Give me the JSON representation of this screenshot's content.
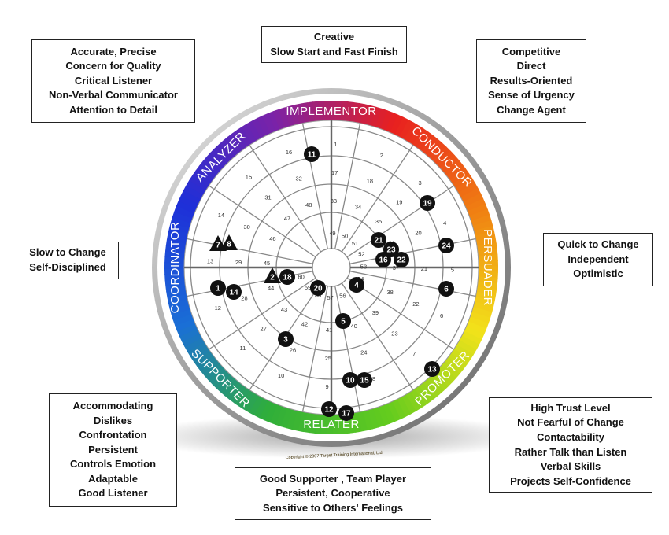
{
  "boxes": [
    {
      "id": "creative",
      "lines": [
        "Creative",
        "Slow Start and Fast Finish"
      ]
    },
    {
      "id": "analyzer",
      "lines": [
        "Accurate, Precise",
        "Concern for Quality",
        "Critical Listener",
        "Non-Verbal Communicator",
        "Attention to Detail"
      ]
    },
    {
      "id": "conductor",
      "lines": [
        "Competitive",
        "Direct",
        "Results-Oriented",
        "Sense of Urgency",
        "Change Agent"
      ]
    },
    {
      "id": "coordinator",
      "lines": [
        "Slow to Change",
        "Self-Disciplined"
      ]
    },
    {
      "id": "persuader",
      "lines": [
        "Quick to Change",
        "Independent",
        "Optimistic"
      ]
    },
    {
      "id": "supporter",
      "lines": [
        "Accommodating",
        "Dislikes",
        "Confrontation",
        "Persistent",
        "Controls Emotion",
        "Adaptable",
        "Good Listener"
      ]
    },
    {
      "id": "promoter",
      "lines": [
        "High Trust Level",
        "Not Fearful of Change",
        "Contactability",
        "Rather Talk than Listen",
        "Verbal Skills",
        "Projects Self-Confidence"
      ]
    },
    {
      "id": "relater",
      "lines": [
        "Good Supporter , Team Player",
        "Persistent, Cooperative",
        "Sensitive to Others' Feelings"
      ]
    }
  ],
  "wheel": {
    "segments": [
      {
        "name": "IMPLEMENTOR",
        "color": "#7a22a8",
        "angle": 0
      },
      {
        "name": "CONDUCTOR",
        "color": "#e8201f",
        "angle": 45
      },
      {
        "name": "PERSUADER",
        "color": "#f07f12",
        "angle": 90
      },
      {
        "name": "PROMOTER",
        "color": "#f2e21a",
        "angle": 135
      },
      {
        "name": "RELATER",
        "color": "#64cc1e",
        "angle": 180
      },
      {
        "name": "SUPPORTER",
        "color": "#2fae3a",
        "angle": 225
      },
      {
        "name": "COORDINATOR",
        "color": "#1a6fd6",
        "angle": 270
      },
      {
        "name": "ANALYZER",
        "color": "#1e2fd8",
        "angle": 315
      }
    ],
    "position_numbers": [
      "1",
      "2",
      "3",
      "4",
      "5",
      "6",
      "7",
      "8",
      "9",
      "10",
      "11",
      "12",
      "13",
      "14",
      "15",
      "16",
      "17",
      "18",
      "19",
      "20",
      "21",
      "22",
      "23",
      "24",
      "25",
      "26",
      "27",
      "28",
      "29",
      "30",
      "31",
      "32",
      "33",
      "34",
      "35",
      "36",
      "37",
      "38",
      "39",
      "40",
      "41",
      "42",
      "43",
      "44",
      "45",
      "46",
      "47",
      "48",
      "49",
      "50",
      "51",
      "52",
      "53",
      "54",
      "55",
      "56",
      "57",
      "58",
      "59",
      "60"
    ],
    "markers": [
      {
        "label": "11",
        "shape": "circle"
      },
      {
        "label": "19",
        "shape": "circle"
      },
      {
        "label": "24",
        "shape": "circle"
      },
      {
        "label": "21",
        "shape": "circle"
      },
      {
        "label": "23",
        "shape": "circle"
      },
      {
        "label": "16",
        "shape": "circle"
      },
      {
        "label": "22",
        "shape": "circle"
      },
      {
        "label": "6",
        "shape": "circle"
      },
      {
        "label": "7",
        "shape": "triangle"
      },
      {
        "label": "8",
        "shape": "triangle"
      },
      {
        "label": "2",
        "shape": "triangle"
      },
      {
        "label": "18",
        "shape": "circle"
      },
      {
        "label": "1",
        "shape": "circle"
      },
      {
        "label": "14",
        "shape": "circle"
      },
      {
        "label": "20",
        "shape": "circle"
      },
      {
        "label": "4",
        "shape": "circle"
      },
      {
        "label": "5",
        "shape": "circle"
      },
      {
        "label": "3",
        "shape": "circle"
      },
      {
        "label": "13",
        "shape": "circle"
      },
      {
        "label": "10",
        "shape": "circle"
      },
      {
        "label": "15",
        "shape": "circle"
      },
      {
        "label": "12",
        "shape": "circle"
      },
      {
        "label": "17",
        "shape": "circle"
      }
    ],
    "copyright": "Copyright © 2007 Target Training International, Ltd."
  }
}
